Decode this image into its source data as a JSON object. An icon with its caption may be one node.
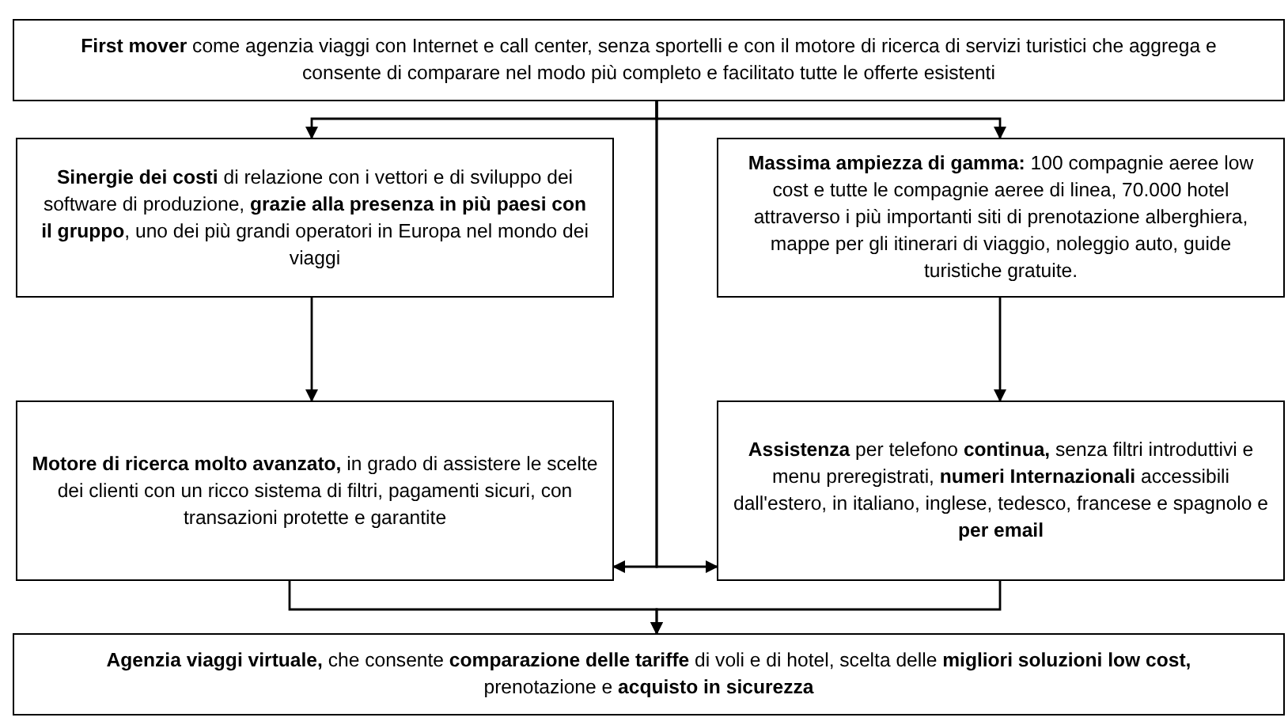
{
  "diagram": {
    "nodes": [
      {
        "text": [
          "**First mover** come agenzia viaggi con Internet e call center, senza sportelli e con il motore di ricerca di servizi turistici che aggrega e consente di comparare nel modo più completo e facilitato tutte le offerte esistenti"
        ]
      },
      {
        "text": [
          "**Sinergie dei costi** di relazione con i vettori e di sviluppo dei software di produzione, **grazie alla presenza in più paesi con il gruppo**, uno dei più grandi operatori in Europa nel mondo dei viaggi"
        ]
      },
      {
        "text": [
          "**Massima ampiezza di gamma:** 100 compagnie aeree low cost e tutte le compagnie aeree di linea, 70.000 hotel attraverso i più importanti siti di prenotazione alberghiera, mappe per gli itinerari di viaggio, noleggio auto, guide turistiche gratuite."
        ]
      },
      {
        "text": [
          "**Motore di ricerca molto avanzato,** in grado di assistere le scelte dei clienti con un ricco sistema di filtri, pagamenti sicuri, con transazioni protette e garantite"
        ]
      },
      {
        "text": [
          "**Assistenza** per telefono **continua,** senza filtri introduttivi e menu preregistrati, **numeri Internazionali** accessibili dall'estero, in italiano, inglese, tedesco, francese e spagnolo e **per email**"
        ]
      },
      {
        "text": [
          "**Agenzia viaggi virtuale,** che consente **comparazione delle tariffe** di voli e di hotel, scelta delle **migliori soluzioni low cost,** prenotazione e **acquisto in sicurezza**"
        ]
      }
    ],
    "edges": [
      {
        "from": 0,
        "to": 1,
        "arrow": "to"
      },
      {
        "from": 0,
        "to": 2,
        "arrow": "to"
      },
      {
        "from": 1,
        "to": 3,
        "arrow": "to"
      },
      {
        "from": 2,
        "to": 4,
        "arrow": "to"
      },
      {
        "from": 0,
        "to": 3,
        "arrow": "to"
      },
      {
        "from": 0,
        "to": 4,
        "arrow": "to"
      },
      {
        "from": 3,
        "to": 5,
        "arrow": "to"
      },
      {
        "from": 4,
        "to": 5,
        "arrow": "to"
      }
    ]
  }
}
